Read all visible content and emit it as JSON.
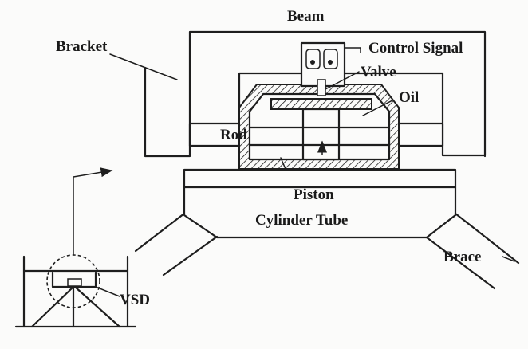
{
  "labels": {
    "beam": "Beam",
    "bracket": "Bracket",
    "control_signal": "Control Signal",
    "valve": "Valve",
    "oil": "Oil",
    "rod": "Rod",
    "piston": "Piston",
    "cylinder_tube": "Cylinder Tube",
    "brace": "Brace",
    "vsd": "VSD"
  },
  "colors": {
    "ink": "#1e1e1e",
    "paper": "#fbfbfa"
  }
}
